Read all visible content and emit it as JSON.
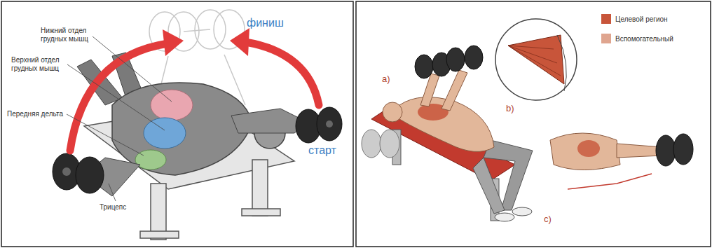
{
  "diagram": {
    "labels": [
      "Нижний отдел грудных мышц",
      "Верхний отдел грудных мышц",
      "Передняя дельта",
      "Трицепс",
      "финиш",
      "старт",
      "a)",
      "b)",
      "c)"
    ],
    "legend": [
      {
        "text": "Целевой регион",
        "color": "#c8553a"
      },
      {
        "text": "Вспомогательный",
        "color": "#dfa58f"
      }
    ]
  }
}
